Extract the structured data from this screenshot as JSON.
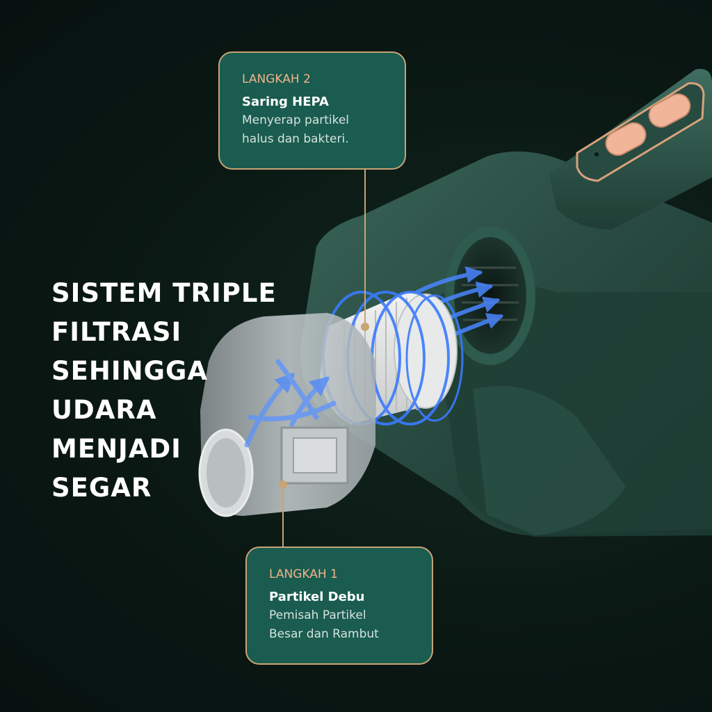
{
  "headline": {
    "lines": [
      "SISTEM TRIPLE",
      "FILTRASI",
      "SEHINGGA",
      "UDARA",
      "MENJADI",
      "SEGAR"
    ]
  },
  "callouts": {
    "step2": {
      "label": "LANGKAH 2",
      "title": "Saring HEPA",
      "desc_line1": "Menyerap partikel",
      "desc_line2": "halus dan bakteri."
    },
    "step1": {
      "label": "LANGKAH 1",
      "title": "Partikel Debu",
      "desc_line1": "Pemisah Partikel",
      "desc_line2": "Besar dan Rambut"
    }
  },
  "colors": {
    "background": "#0c1b17",
    "callout_fill": "#1a5c4f",
    "callout_border": "#c9a475",
    "accent_label": "#f0b48c",
    "airflow_arrow": "#3b7bff",
    "device_body": "#2a4f45"
  }
}
